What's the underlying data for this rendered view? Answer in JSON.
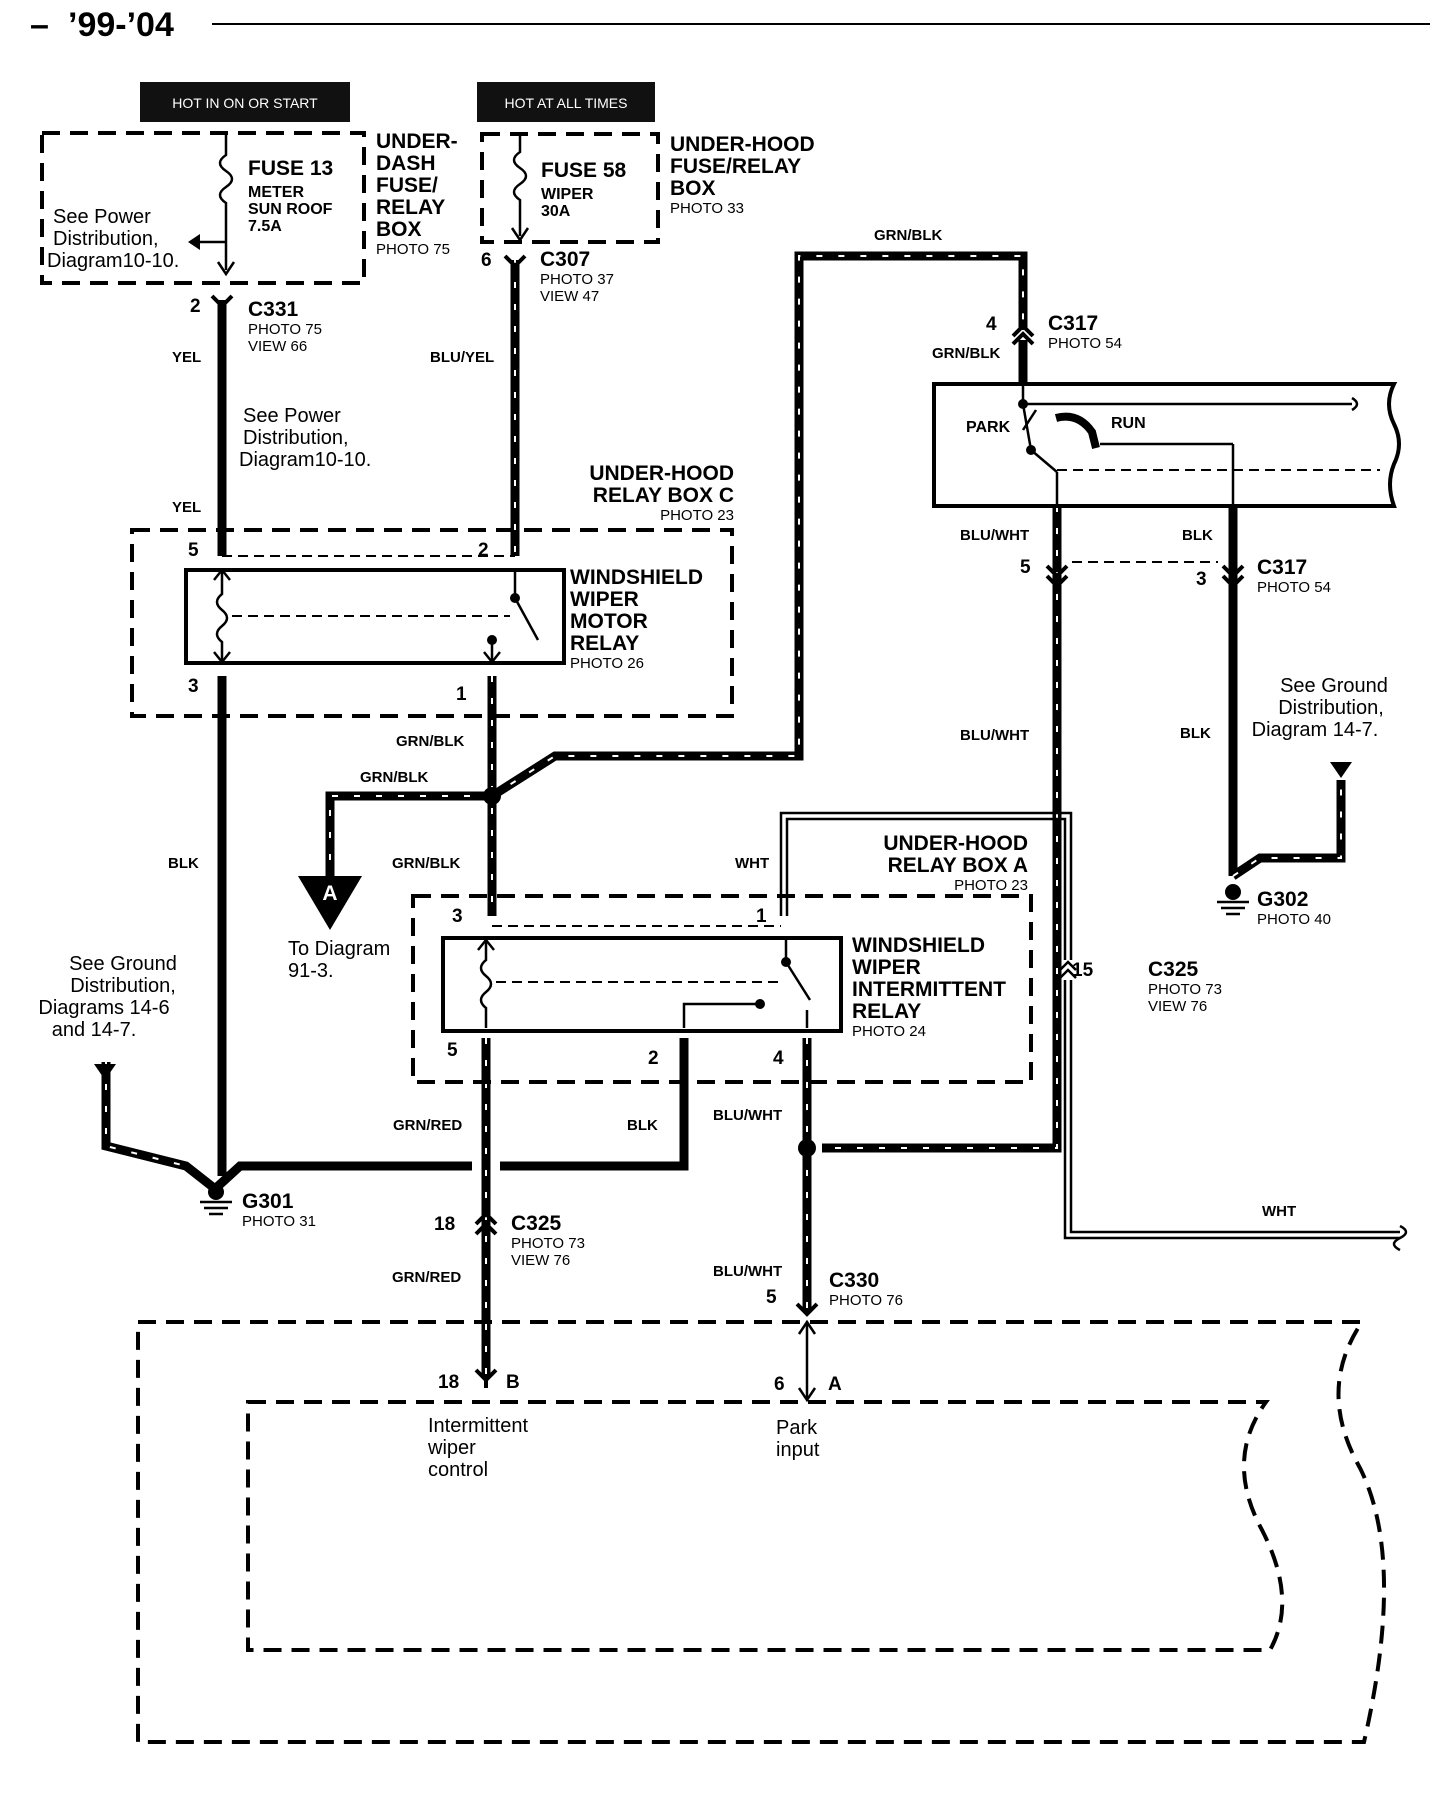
{
  "header": {
    "dash": "–",
    "years": "’99-’04"
  },
  "power_badges": {
    "hot_run_start": "HOT IN ON OR START",
    "hot_always": "HOT AT ALL TIMES"
  },
  "fuse13": {
    "name": "FUSE 13",
    "line1": "METER",
    "line2": "SUN ROOF",
    "line3": "7.5A"
  },
  "fuse58": {
    "name": "FUSE 58",
    "line1": "WIPER",
    "line2": "30A"
  },
  "underdash_box": {
    "l1": "UNDER-",
    "l2": "DASH",
    "l3": "FUSE/",
    "l4": "RELAY",
    "l5": "BOX",
    "photo": "PHOTO 75"
  },
  "underhood_fuse_box": {
    "l1": "UNDER-HOOD",
    "l2": "FUSE/RELAY",
    "l3": "BOX",
    "photo": "PHOTO 33"
  },
  "notes": {
    "power1": {
      "l1": "See Power",
      "l2": "Distribution,",
      "l3": "Diagram10-10."
    },
    "power2": {
      "l1": "See Power",
      "l2": "Distribution,",
      "l3": "Diagram10-10."
    },
    "ground_left": {
      "l1": "See Ground",
      "l2": "Distribution,",
      "l3": "Diagrams 14-6",
      "l4": "and 14-7."
    },
    "ground_right": {
      "l1": "See Ground",
      "l2": "Distribution,",
      "l3": "Diagram 14-7."
    },
    "to_diagram": {
      "l1": "To Diagram",
      "l2": "91-3."
    }
  },
  "connectors": {
    "c331": {
      "name": "C331",
      "photo": "PHOTO 75",
      "view": "VIEW 66",
      "pin": "2"
    },
    "c307": {
      "name": "C307",
      "photo": "PHOTO 37",
      "view": "VIEW 47",
      "pin": "6"
    },
    "c317_top": {
      "name": "C317",
      "photo": "PHOTO 54",
      "pin": "4"
    },
    "c317_bottom": {
      "name": "C317",
      "photo": "PHOTO 54",
      "pin_left": "5",
      "pin_right": "3"
    },
    "c325_right": {
      "name": "C325",
      "photo": "PHOTO 73",
      "view": "VIEW 76",
      "pin": "15"
    },
    "c325_bottom": {
      "name": "C325",
      "photo": "PHOTO 73",
      "view": "VIEW 76",
      "pin": "18"
    },
    "c330": {
      "name": "C330",
      "photo": "PHOTO 76",
      "pin": "5"
    }
  },
  "grounds": {
    "g301": {
      "name": "G301",
      "photo": "PHOTO 31"
    },
    "g302": {
      "name": "G302",
      "photo": "PHOTO 40"
    }
  },
  "relay_box_c": {
    "l1": "UNDER-HOOD",
    "l2": "RELAY BOX C",
    "photo": "PHOTO 23"
  },
  "motor_relay": {
    "l1": "WINDSHIELD",
    "l2": "WIPER",
    "l3": "MOTOR",
    "l4": "RELAY",
    "photo": "PHOTO 26",
    "pin5": "5",
    "pin2": "2",
    "pin3": "3",
    "pin1": "1"
  },
  "relay_box_a": {
    "l1": "UNDER-HOOD",
    "l2": "RELAY BOX A",
    "photo": "PHOTO 23"
  },
  "int_relay": {
    "l1": "WINDSHIELD",
    "l2": "WIPER",
    "l3": "INTERMITTENT",
    "l4": "RELAY",
    "photo": "PHOTO 24",
    "pin3": "3",
    "pin1": "1",
    "pin5": "5",
    "pin2": "2",
    "pin4": "4"
  },
  "motor": {
    "park": "PARK",
    "run": "RUN"
  },
  "wire_colors": {
    "yel1": "YEL",
    "yel2": "YEL",
    "blu_yel": "BLU/YEL",
    "grn_blk_top": "GRN/BLK",
    "grn_blk_c317": "GRN/BLK",
    "grn_blk_1": "GRN/BLK",
    "grn_blk_2": "GRN/BLK",
    "grn_blk_3": "GRN/BLK",
    "blk_left": "BLK",
    "blk_relay": "BLK",
    "blk_right1": "BLK",
    "blk_right2": "BLK",
    "blu_wht_1": "BLU/WHT",
    "blu_wht_2": "BLU/WHT",
    "blu_wht_3": "BLU/WHT",
    "blu_wht_4": "BLU/WHT",
    "grn_red_1": "GRN/RED",
    "grn_red_2": "GRN/RED",
    "wht_1": "WHT",
    "wht_2": "WHT"
  },
  "module": {
    "pin_b_num": "18",
    "pin_b": "B",
    "pin_b_l1": "Intermittent",
    "pin_b_l2": "wiper",
    "pin_b_l3": "control",
    "pin_a_num": "6",
    "pin_a": "A",
    "pin_a_l1": "Park",
    "pin_a_l2": "input"
  },
  "offpage_arrow": {
    "letter": "A"
  }
}
